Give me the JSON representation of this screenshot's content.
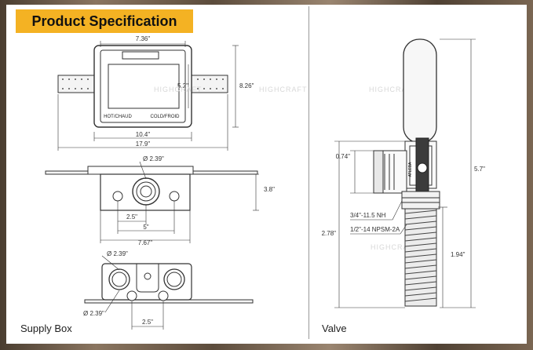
{
  "banner": {
    "title": "Product Specification"
  },
  "captions": {
    "left": "Supply Box",
    "right": "Valve"
  },
  "box_front": {
    "dims": {
      "inner_width": "7.36\"",
      "inner_height": "5.2\"",
      "outer_height": "8.26\"",
      "flange_width": "10.4\"",
      "total_width": "17.9\""
    },
    "labels": {
      "hot": "HOT/CHAUD",
      "cold": "COLD/FROID"
    }
  },
  "box_side": {
    "dims": {
      "hole": "Ø 2.39\"",
      "depth": "3.8\"",
      "spacing_small": "2.5\"",
      "spacing_mid": "5\"",
      "width": "7.67\""
    }
  },
  "box_bottom": {
    "dims": {
      "hole_top": "Ø 2.39\"",
      "hole_bottom": "Ø 2.39\"",
      "spacing": "2.5\""
    }
  },
  "valve": {
    "dims": {
      "inlet": "0.74\"",
      "overall_height": "5.7\"",
      "thread_nh": "3/4\"-11.5 NH",
      "thread_npsm": "1/2\"-14 NPSM-2A",
      "lower_height": "2.78\"",
      "hose_height": "1.94\""
    },
    "brand_text": "ATLEBA"
  },
  "watermark": "HIGHCRAFT",
  "colors": {
    "accent": "#f4b223",
    "line": "#333333"
  }
}
